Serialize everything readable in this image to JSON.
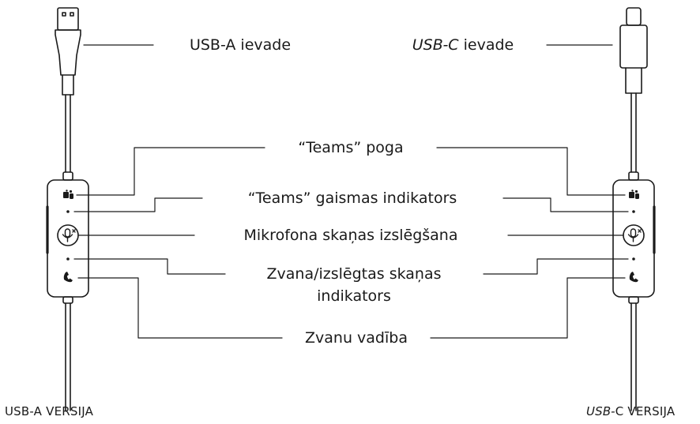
{
  "labels": {
    "usb_a_input": "USB-A ievade",
    "usb_c_input_italic": "USB-C",
    "usb_c_input_rest": " ievade",
    "teams_button": "“Teams” poga",
    "teams_indicator": "“Teams” gaismas indikators",
    "mic_mute": "Mikrofona skaņas izslēgšana",
    "call_mute_indicator_line1": "Zvana/izslēgtas skaņas",
    "call_mute_indicator_line2": "indikators",
    "call_control": "Zvanu vadība"
  },
  "versions": {
    "left": "USB-A VERSIJA",
    "right_italic": "USB-",
    "right_rest": "C VERSIJA"
  },
  "icons": {
    "teams": "teams-icon",
    "mic_mute": "mic-mute-icon",
    "phone": "phone-icon",
    "led": "led-dot"
  },
  "colors": {
    "line": "#1a1a1a",
    "background": "#ffffff"
  }
}
